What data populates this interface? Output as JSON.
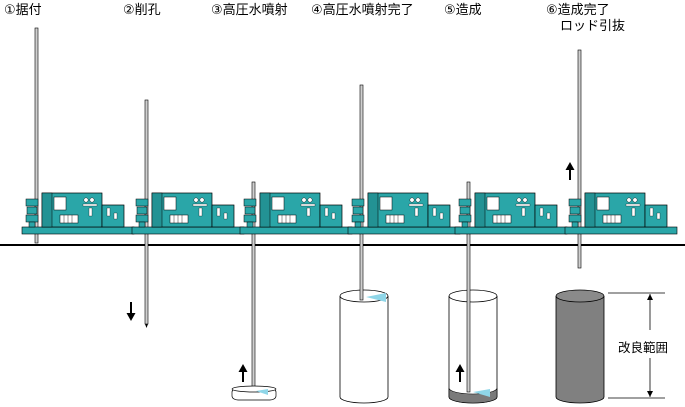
{
  "steps": [
    {
      "id": 1,
      "label": "①据付"
    },
    {
      "id": 2,
      "label": "②削孔"
    },
    {
      "id": 3,
      "label": "③高圧水噴射"
    },
    {
      "id": 4,
      "label": "④高圧水噴射完了"
    },
    {
      "id": 5,
      "label": "⑤造成"
    },
    {
      "id": 6,
      "label": "⑥造成完了",
      "label2": "ロッド引抜"
    }
  ],
  "range_label": "改良範囲",
  "colors": {
    "machine": "#2aa6a8",
    "machine_dark": "#1c7e80",
    "ground": "#000000",
    "column_solid": "#808080",
    "column_fill": "#7a7a7a",
    "water_blue": "#8fd6e8"
  },
  "arrows": [
    {
      "step": 2,
      "direction": "down"
    },
    {
      "step": 3,
      "direction": "up"
    },
    {
      "step": 5,
      "direction": "up"
    },
    {
      "step": 6,
      "direction": "up"
    }
  ]
}
